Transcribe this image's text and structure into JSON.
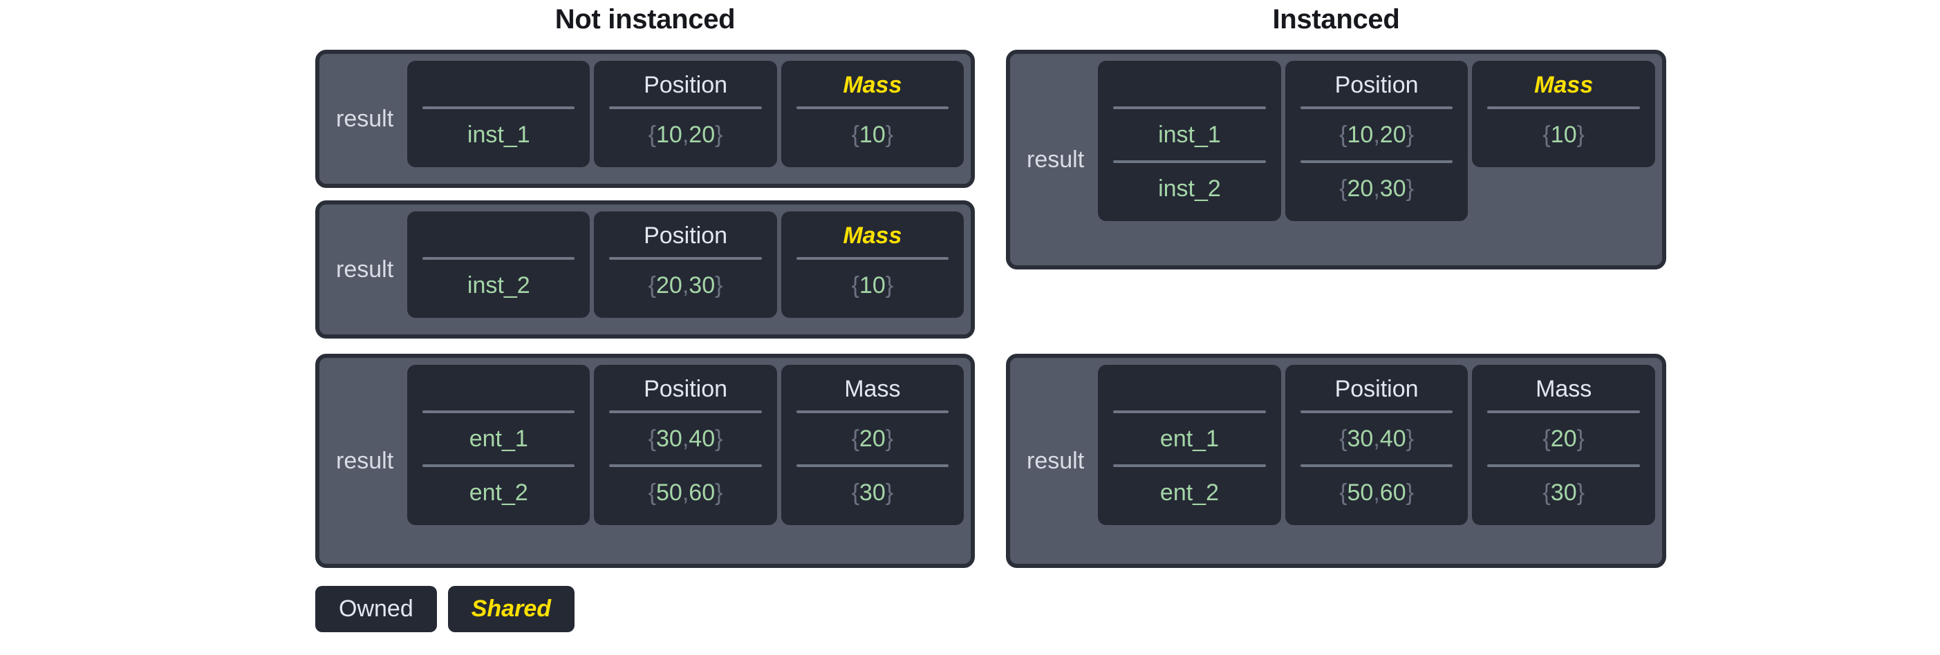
{
  "columns": [
    {
      "id": "not-instanced",
      "title": "Not instanced"
    },
    {
      "id": "instanced",
      "title": "Instanced"
    }
  ],
  "headers": {
    "name": "",
    "position": "Position",
    "mass": "Mass"
  },
  "result_label": "result",
  "legend": [
    {
      "label": "Owned",
      "kind": "owned"
    },
    {
      "label": "Shared",
      "kind": "shared"
    }
  ],
  "colors": {
    "panel_background": "#555a69",
    "panel_border": "#2a2e38",
    "cell_background": "#252934",
    "value_green": "#a5d6a7",
    "brace_gray": "#6b7280",
    "shared_yellow": "#ffe100",
    "owned_white": "#e3e7ee",
    "rule_gray": "#6f7684",
    "page_background": "#ffffff",
    "title_text": "#16181d"
  },
  "panels": {
    "l1": {
      "result": "result",
      "mass_shared": true,
      "rows": [
        {
          "name": "inst_1",
          "position": "{10, 20}",
          "mass": "{10}"
        }
      ]
    },
    "l2": {
      "result": "result",
      "mass_shared": true,
      "rows": [
        {
          "name": "inst_2",
          "position": "{20, 30}",
          "mass": "{10}"
        }
      ]
    },
    "l3": {
      "result": "result",
      "mass_shared": false,
      "rows": [
        {
          "name": "ent_1",
          "position": "{30, 40}",
          "mass": "{20}"
        },
        {
          "name": "ent_2",
          "position": "{50, 60}",
          "mass": "{30}"
        }
      ]
    },
    "r1": {
      "result": "result",
      "mass_shared": true,
      "rows": [
        {
          "name": "inst_1",
          "position": "{10, 20}",
          "mass": "{10}"
        },
        {
          "name": "inst_2",
          "position": "{20, 30}",
          "mass": null
        }
      ]
    },
    "r2": {
      "result": "result",
      "mass_shared": false,
      "rows": [
        {
          "name": "ent_1",
          "position": "{30, 40}",
          "mass": "{20}"
        },
        {
          "name": "ent_2",
          "position": "{50, 60}",
          "mass": "{30}"
        }
      ]
    }
  }
}
